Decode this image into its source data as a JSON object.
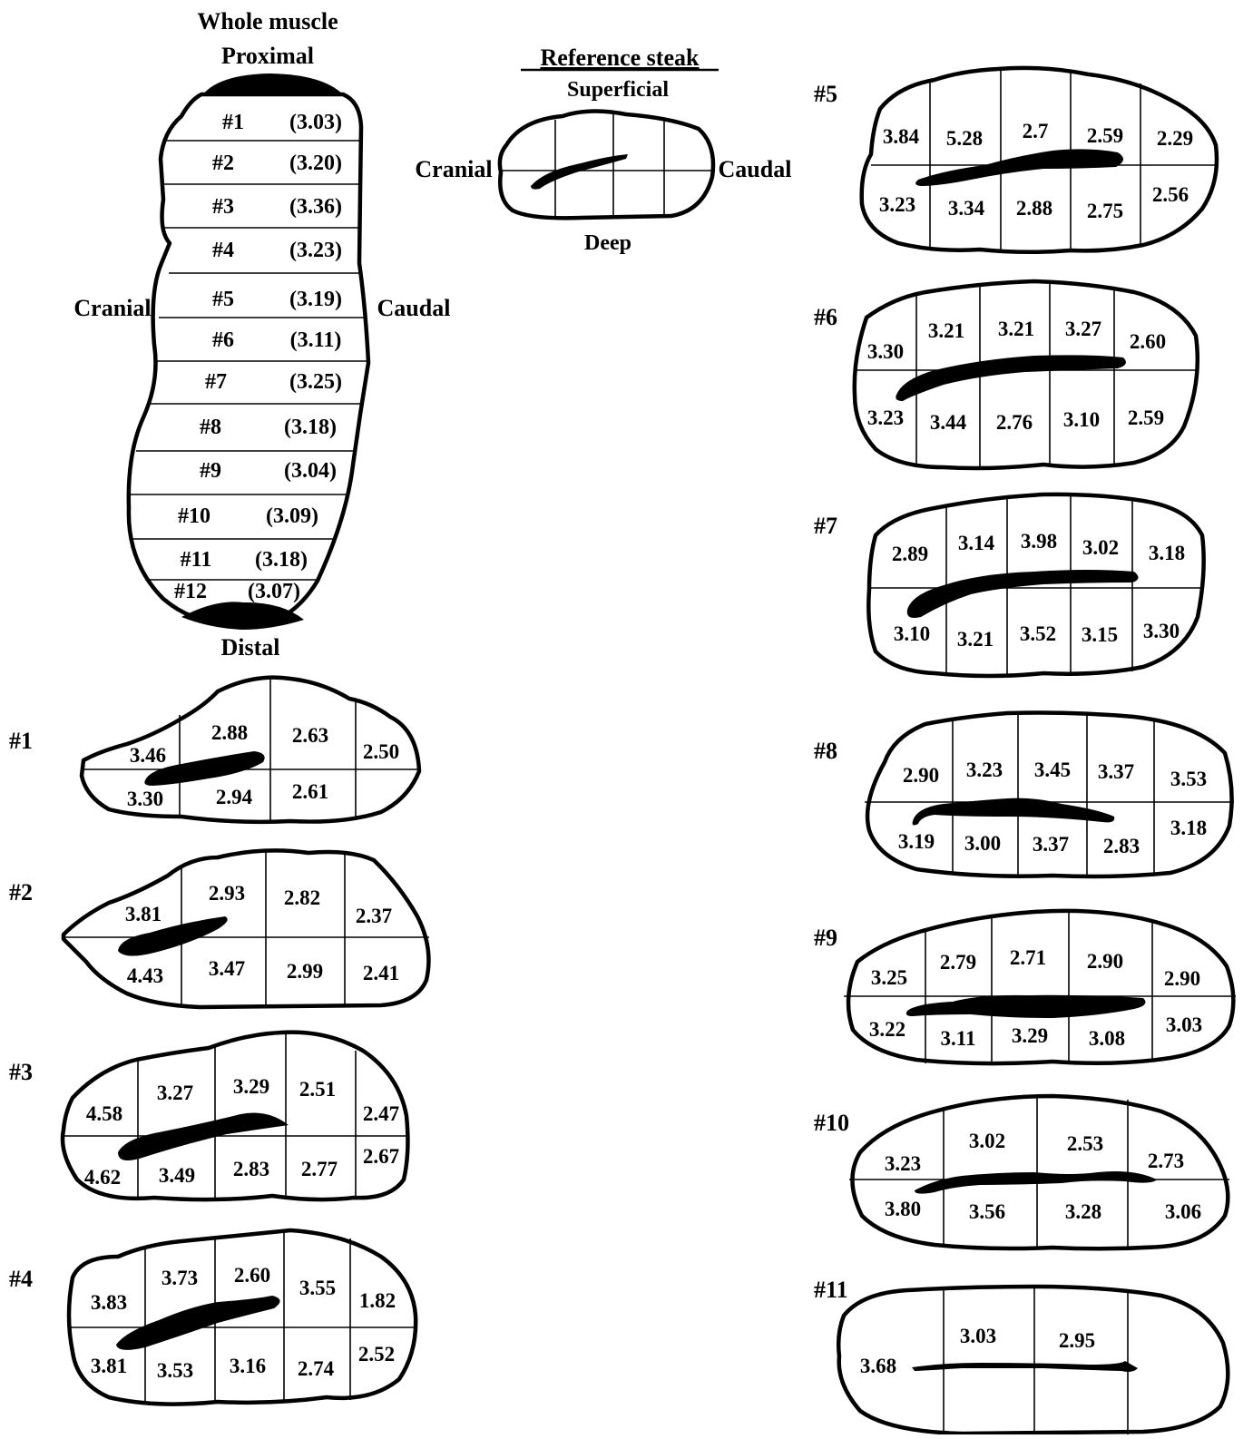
{
  "whole_muscle": {
    "title": "Whole muscle",
    "proximal": "Proximal",
    "distal": "Distal",
    "cranial": "Cranial",
    "caudal": "Caudal",
    "rows": [
      {
        "label": "#1",
        "value": "(3.03)"
      },
      {
        "label": "#2",
        "value": "(3.20)"
      },
      {
        "label": "#3",
        "value": "(3.36)"
      },
      {
        "label": "#4",
        "value": "(3.23)"
      },
      {
        "label": "#5",
        "value": "(3.19)"
      },
      {
        "label": "#6",
        "value": "(3.11)"
      },
      {
        "label": "#7",
        "value": "(3.25)"
      },
      {
        "label": "#8",
        "value": "(3.18)"
      },
      {
        "label": "#9",
        "value": "(3.04)"
      },
      {
        "label": "#10",
        "value": "(3.09)"
      },
      {
        "label": "#11",
        "value": "(3.18)"
      },
      {
        "label": "#12",
        "value": "(3.07)"
      }
    ]
  },
  "reference_steak": {
    "title": "Reference steak",
    "superficial": "Superficial",
    "deep": "Deep",
    "cranial": "Cranial",
    "caudal": "Caudal"
  },
  "steaks": [
    {
      "label": "#1",
      "top": [
        "3.46",
        "2.88",
        "2.63",
        "2.50"
      ],
      "bottom": [
        "3.30",
        "2.94",
        "2.61"
      ]
    },
    {
      "label": "#2",
      "top": [
        "3.81",
        "2.93",
        "2.82",
        "2.37"
      ],
      "bottom": [
        "4.43",
        "3.47",
        "2.99",
        "2.41"
      ]
    },
    {
      "label": "#3",
      "top": [
        "4.58",
        "3.27",
        "3.29",
        "2.51",
        "2.47"
      ],
      "bottom": [
        "4.62",
        "3.49",
        "2.83",
        "2.77",
        "2.67"
      ]
    },
    {
      "label": "#4",
      "top": [
        "3.83",
        "3.73",
        "2.60",
        "3.55",
        "1.82"
      ],
      "bottom": [
        "3.81",
        "3.53",
        "3.16",
        "2.74",
        "2.52"
      ]
    },
    {
      "label": "#5",
      "top": [
        "3.84",
        "5.28",
        "2.7",
        "2.59",
        "2.29"
      ],
      "bottom": [
        "3.23",
        "3.34",
        "2.88",
        "2.75",
        "2.56"
      ]
    },
    {
      "label": "#6",
      "top": [
        "3.30",
        "3.21",
        "3.21",
        "3.27",
        "2.60"
      ],
      "bottom": [
        "3.23",
        "3.44",
        "2.76",
        "3.10",
        "2.59"
      ]
    },
    {
      "label": "#7",
      "top": [
        "2.89",
        "3.14",
        "3.98",
        "3.02",
        "3.18"
      ],
      "bottom": [
        "3.10",
        "3.21",
        "3.52",
        "3.15",
        "3.30"
      ]
    },
    {
      "label": "#8",
      "top": [
        "2.90",
        "3.23",
        "3.45",
        "3.37",
        "3.53"
      ],
      "bottom": [
        "3.19",
        "3.00",
        "3.37",
        "2.83",
        "3.18"
      ]
    },
    {
      "label": "#9",
      "top": [
        "3.25",
        "2.79",
        "2.71",
        "2.90",
        "2.90"
      ],
      "bottom": [
        "3.22",
        "3.11",
        "3.29",
        "3.08",
        "3.03"
      ]
    },
    {
      "label": "#10",
      "top": [
        "3.23",
        "3.02",
        "2.53",
        "2.73"
      ],
      "bottom": [
        "3.80",
        "3.56",
        "3.28",
        "3.06"
      ]
    },
    {
      "label": "#11",
      "top": [
        "3.68",
        "3.03",
        "2.95"
      ],
      "bottom": []
    }
  ]
}
